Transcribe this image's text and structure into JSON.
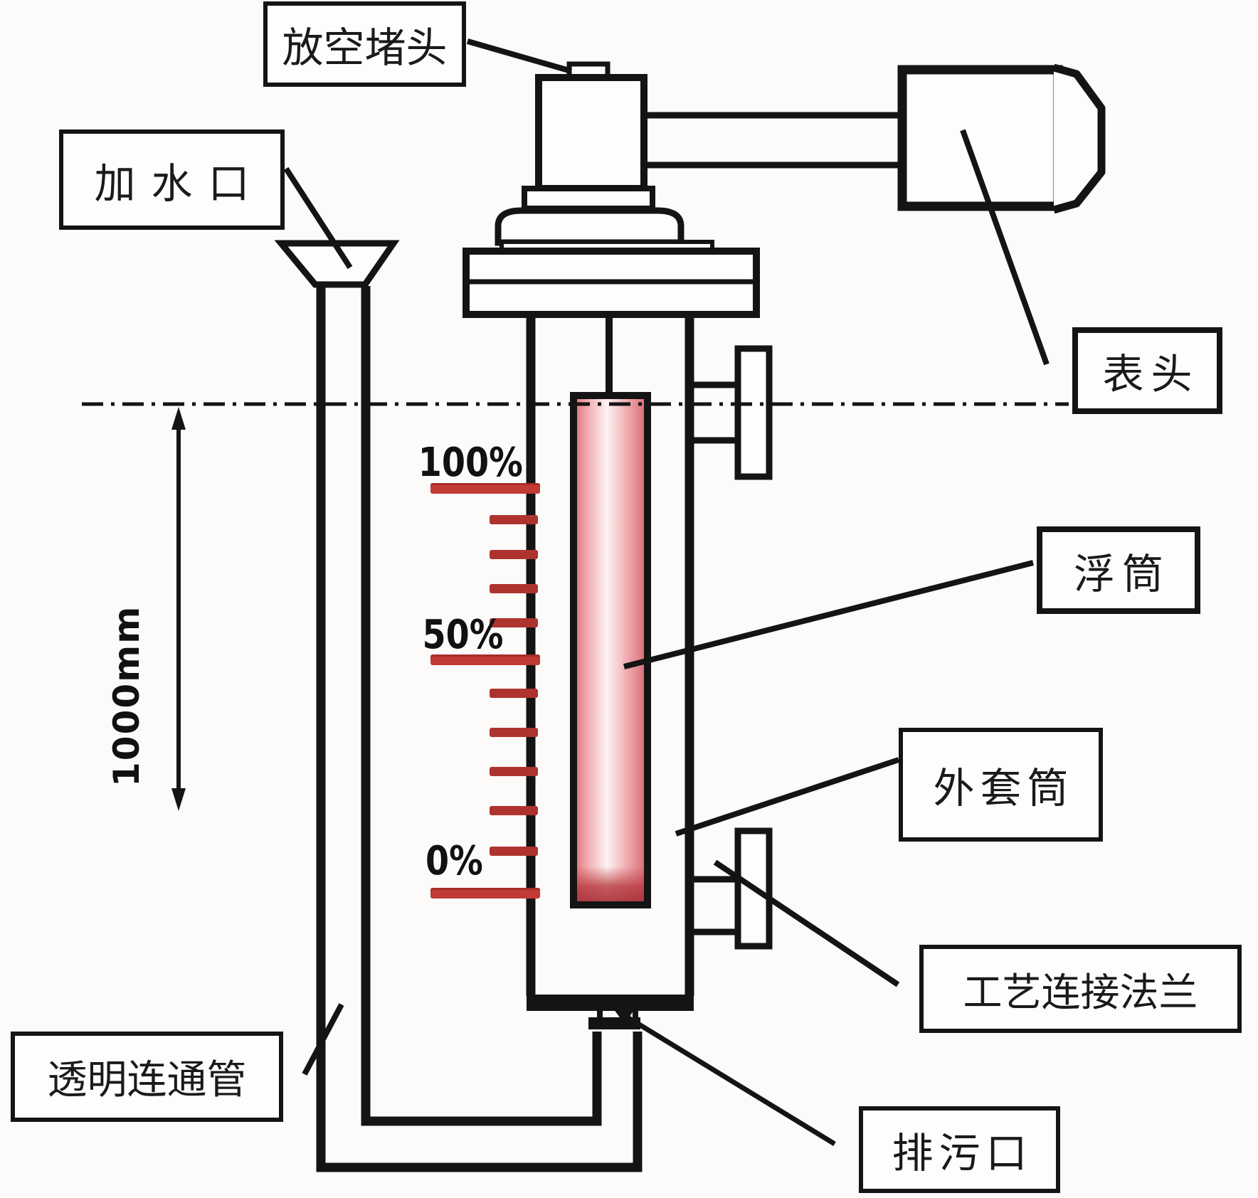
{
  "diagram": {
    "labels": {
      "vent_plug": "放空堵头",
      "water_inlet": "加水口",
      "meter_head": "表头",
      "displacer": "浮筒",
      "outer_sleeve": "外套筒",
      "process_flange": "工艺连接法兰",
      "transparent_pipe": "透明连通管",
      "drain_port": "排污口"
    },
    "scale": {
      "p100": "100%",
      "p50": "50%",
      "p0": "0%",
      "dimension": "1000mm"
    },
    "colors": {
      "line_black": "#141414",
      "tick_red_major": "#c13a33",
      "tick_red_minor": "#ae332f",
      "float_pink_edge": "#e2757d",
      "float_pink_center": "#fdf2f2"
    }
  }
}
